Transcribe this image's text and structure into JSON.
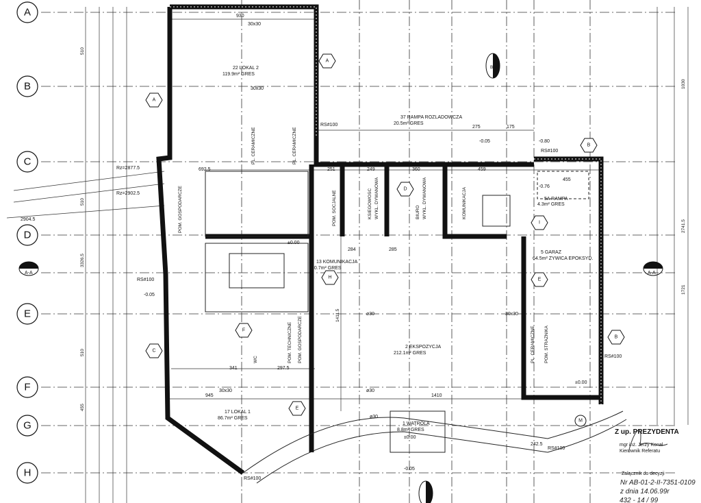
{
  "axes": [
    "A",
    "B",
    "C",
    "D",
    "E",
    "F",
    "G",
    "H"
  ],
  "rooms": [
    {
      "no": "22",
      "name": "LOKAL 2",
      "area": "119.9m²",
      "floor": "GRES"
    },
    {
      "no": "37",
      "name": "RAMPA ROZLADOWCZA",
      "area": "20.5m²",
      "floor": "GRES"
    },
    {
      "no": "13",
      "name": "KOMUNIKACJA",
      "area": "10.7m²",
      "floor": "GRES"
    },
    {
      "no": "2",
      "name": "EKSPOZYCJA",
      "area": "212.1m²",
      "floor": "GRES"
    },
    {
      "no": "17",
      "name": "LOKAL 1",
      "area": "86.7m²",
      "floor": "GRES"
    },
    {
      "no": "1",
      "name": "WATROLA",
      "area": "8.8m²",
      "floor": "GRES"
    },
    {
      "no": "5",
      "name": "GARAZ",
      "area": "64.5m²",
      "floor": "ZYWICA EPOKSYD."
    },
    {
      "no": "5A",
      "name": "RAMPA",
      "area": "4.3m²",
      "floor": "GRES"
    }
  ],
  "vertical_labels": [
    "PL. CERAMICZNE",
    "WYKL. DYWANOWA",
    "POM. SOCJALNE",
    "KSIEGOWOSC",
    "BIURO",
    "KOMUNIKACJA",
    "POM. GOSPODARCZE",
    "POM. TECHNICZNE",
    "POM. STRAZNIKA",
    "WC"
  ],
  "dimensions": [
    "930",
    "275",
    "175",
    "1410",
    "1411.5",
    "945",
    "249",
    "360",
    "459",
    "251",
    "284",
    "285",
    "692.5",
    "341",
    "297.5",
    "2741.5",
    "3326.5",
    "1721",
    "1030",
    "510",
    "455",
    "242.5"
  ],
  "levels": [
    "±0.00",
    "-0.05",
    "-0.80",
    "-0.76"
  ],
  "notes": [
    "30x30",
    "RS#100",
    "ø30",
    "Rz=2877.5",
    "Rz=2902.5",
    "2904.5"
  ],
  "section_marks": [
    "A-A",
    "B-B"
  ],
  "hex_tags": [
    "A",
    "B",
    "C",
    "D",
    "E",
    "F",
    "H",
    "I",
    "M"
  ],
  "stamp": {
    "title": "Z up. PREZYDENTA",
    "line1": "mgr inż. Jerzy Konal",
    "line2": "Kierownik Referatu",
    "annex": "Załącznik do decyzji",
    "nr": "Nr AB-01-2-II-7351-0109",
    "date": "z dnia 14.06.99r",
    "ref": "432 - 14 / 99"
  }
}
